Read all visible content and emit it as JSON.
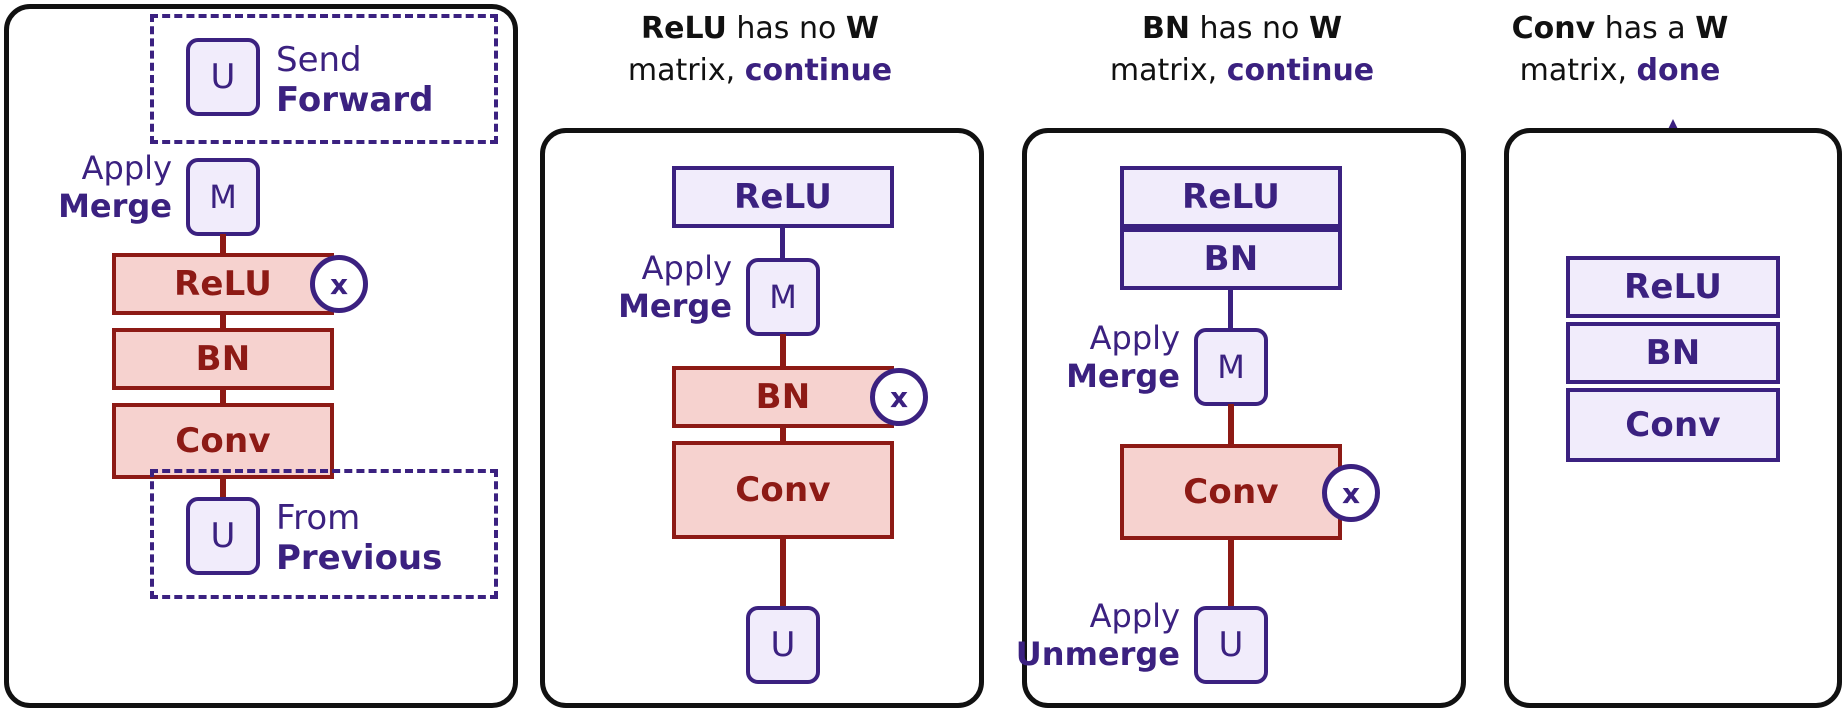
{
  "figure": {
    "title_implied": "Layer-by-layer merge / unmerge walkthrough",
    "colors": {
      "purple": "#3b2180",
      "purple_fill": "#f1ecfb",
      "red": "#8d1a15",
      "red_fill": "#f6d2cf",
      "panel_border": "#111111",
      "page_background": "#ffffff"
    }
  },
  "panels": [
    {
      "id": "panel-1",
      "caption": null,
      "nodes": {
        "send_forward_unit": "U",
        "merge_unit": "M",
        "layers": [
          "ReLU",
          "BN",
          "Conv"
        ],
        "from_previous_unit": "U",
        "multiply_symbol": "x"
      },
      "annotations": {
        "top_dashed_line1": "Send",
        "top_dashed_line2": "Forward",
        "merge_line1": "Apply",
        "merge_line2": "Merge",
        "bottom_dashed_line1": "From",
        "bottom_dashed_line2": "Previous"
      }
    },
    {
      "id": "panel-2",
      "caption": {
        "line1_bold": "ReLU",
        "line1_rest": " has no ",
        "line1_bold2": "W",
        "line2_rest": "matrix, ",
        "line2_accent": "continue"
      },
      "nodes": {
        "top_layer": "ReLU",
        "merge_unit": "M",
        "layers": [
          "BN",
          "Conv"
        ],
        "bottom_unit": "U",
        "multiply_symbol": "x"
      },
      "annotations": {
        "merge_line1": "Apply",
        "merge_line2": "Merge"
      }
    },
    {
      "id": "panel-3",
      "caption": {
        "line1_bold": "BN",
        "line1_rest": " has no ",
        "line1_bold2": "W",
        "line2_rest": "matrix, ",
        "line2_accent": "continue"
      },
      "nodes": {
        "top_layers": [
          "ReLU",
          "BN"
        ],
        "merge_unit": "M",
        "layers": [
          "Conv"
        ],
        "bottom_unit": "U",
        "multiply_symbol": "x"
      },
      "annotations": {
        "merge_line1": "Apply",
        "merge_line2": "Merge",
        "unmerge_line1": "Apply",
        "unmerge_line2": "Unmerge"
      }
    },
    {
      "id": "panel-4",
      "caption": {
        "line1_bold": "Conv",
        "line1_rest": " has a ",
        "line1_bold2": "W",
        "line2_rest": "matrix, ",
        "line2_accent": "done"
      },
      "nodes": {
        "layers": [
          "ReLU",
          "BN",
          "Conv"
        ]
      },
      "annotations": {}
    }
  ]
}
